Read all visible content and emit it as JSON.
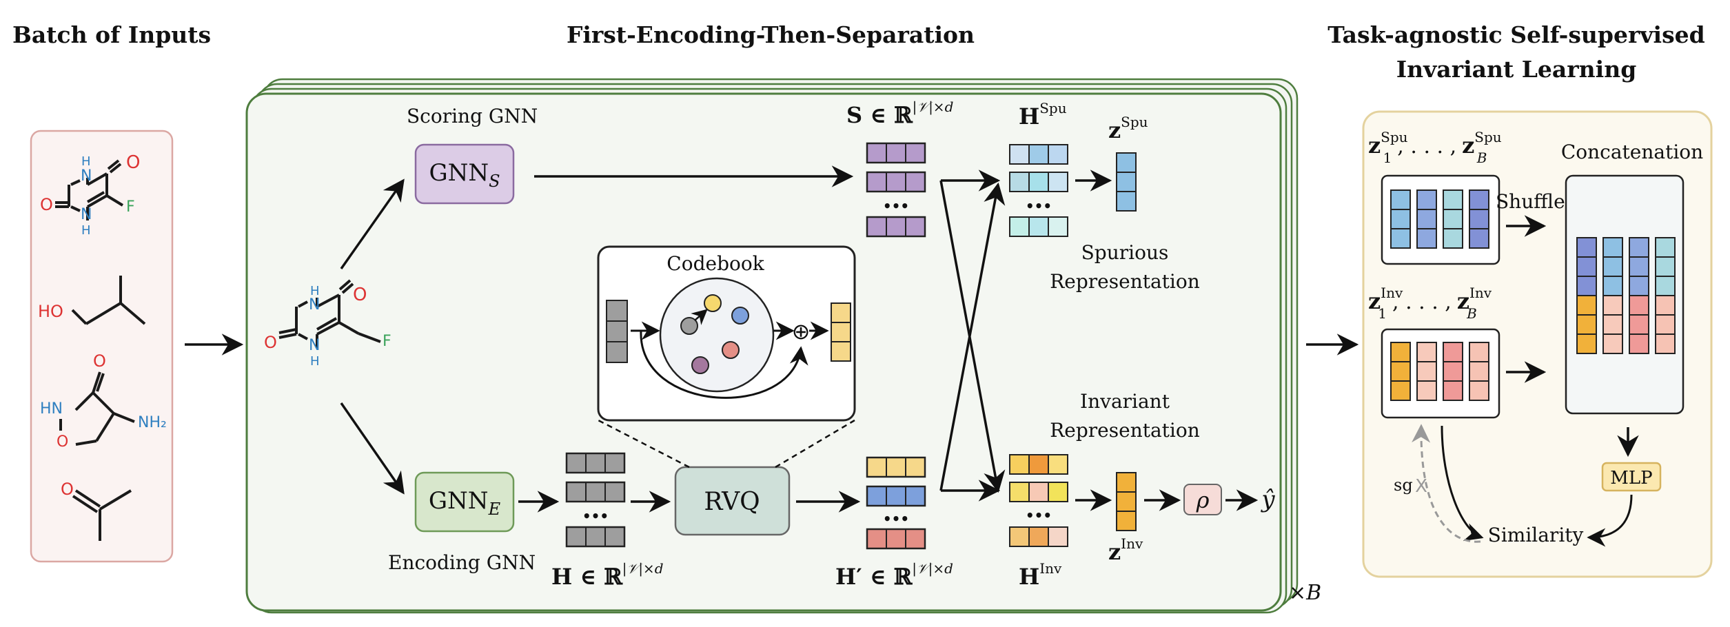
{
  "headers": {
    "batch": "Batch of Inputs",
    "middle": "First-Encoding-Then-Separation",
    "right_line1": "Task-agnostic Self-supervised",
    "right_line2": "Invariant Learning"
  },
  "molecules": {
    "m1_o_top": "O",
    "m1_nh_top": "N",
    "m1_h_top": "H",
    "m1_o_left": "O",
    "m1_nh_bottom": "N",
    "m1_h_bottom": "H",
    "m1_f": "F",
    "m2_ho": "HO",
    "m3_o": "O",
    "m3_hn": "HN",
    "m3_o_ring": "O",
    "m3_nh2": "NH₂",
    "m4_o": "O"
  },
  "scoring": {
    "label": "Scoring GNN",
    "node_main": "GNN",
    "node_sub": "S"
  },
  "encoding": {
    "label": "Encoding GNN",
    "node_main": "GNN",
    "node_sub": "E"
  },
  "codebook": {
    "title": "Codebook",
    "oplus": "⊕"
  },
  "rvq": {
    "label": "RVQ"
  },
  "matrices": {
    "S_label": "S ∈ ℝ",
    "S_sup": "|𝒱|×d",
    "H_label": "H ∈ ℝ",
    "H_sup": "|𝒱|×d",
    "Hprime_label": "H′ ∈ ℝ",
    "Hprime_sup": "|𝒱|×d",
    "Hspu_main": "H",
    "Hspu_sup": "Spu",
    "Hinv_main": "H",
    "Hinv_sup": "Inv",
    "zspu_main": "z",
    "zspu_sup": "Spu",
    "zinv_main": "z",
    "zinv_sup": "Inv",
    "dots": "•••"
  },
  "representations": {
    "spurious_l1": "Spurious",
    "spurious_l2": "Representation",
    "invariant_l1": "Invariant",
    "invariant_l2": "Representation"
  },
  "output": {
    "rho": "ρ",
    "yhat": "ŷ"
  },
  "times_b": "×B",
  "right_panel": {
    "zspu_set": "z",
    "zspu_sub1": "1",
    "zspu_subB": "B",
    "spu_sup": "Spu",
    "zinv_set": "z",
    "inv_sup": "Inv",
    "sep": ", . . . ,",
    "shuffle": "Shuffle",
    "concatenation": "Concatenation",
    "mlp": "MLP",
    "similarity": "Similarity",
    "sg": "sg",
    "sg_cross": "X"
  }
}
